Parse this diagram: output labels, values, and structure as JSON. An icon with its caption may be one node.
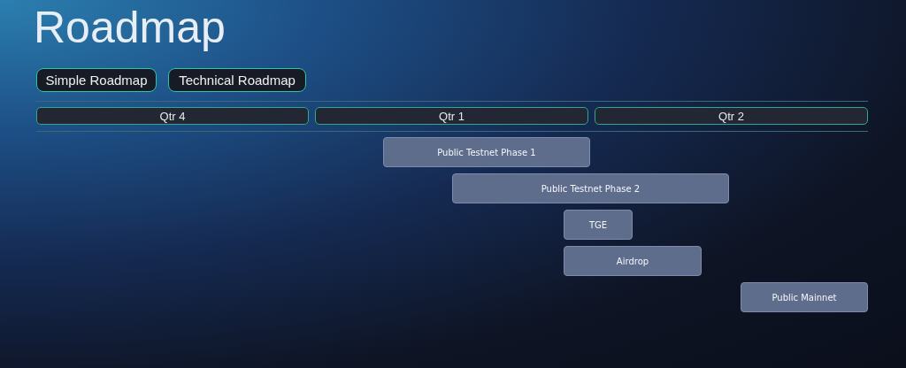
{
  "diagram": {
    "title": "Roadmap",
    "nodes": [
      {
        "text": [
          "Simple Roadmap"
        ]
      },
      {
        "text": [
          "Technical Roadmap"
        ]
      },
      {
        "text": [
          "Qtr 4"
        ]
      },
      {
        "text": [
          "Qtr 1"
        ]
      },
      {
        "text": [
          "Qtr 2"
        ]
      },
      {
        "text": [
          "Public Testnet Phase 1"
        ]
      },
      {
        "text": [
          "Public Testnet Phase 2"
        ]
      },
      {
        "text": [
          "TGE"
        ]
      },
      {
        "text": [
          "Airdrop"
        ]
      },
      {
        "text": [
          "Public Mainnet"
        ]
      }
    ]
  }
}
